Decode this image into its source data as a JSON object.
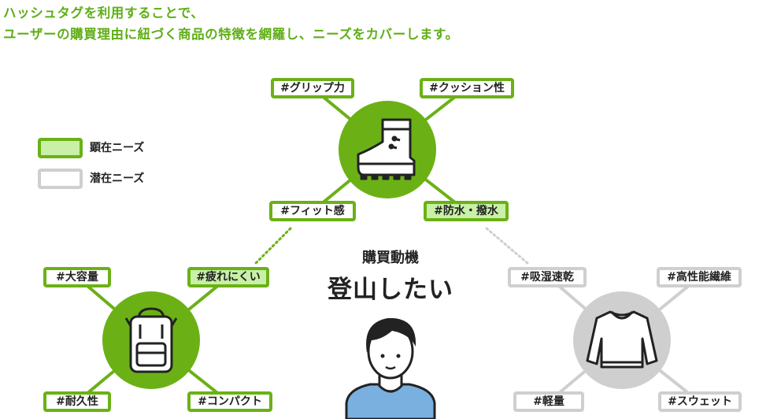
{
  "headline": {
    "line1": "ハッシュタグを利用することで、",
    "line2": "ユーザーの購買理由に紐づく商品の特徴を網羅し、ニーズをカバーします。"
  },
  "legend": {
    "kenzai": "顕在ニーズ",
    "senzai": "潜在ニーズ"
  },
  "center": {
    "subtitle": "購買動機",
    "title": "登山したい"
  },
  "clusters": {
    "shoes": {
      "icon": "hiking-boot-icon",
      "tags": [
        "#グリップ力",
        "#クッション性",
        "#フィット感",
        "#防水・撥水"
      ]
    },
    "backpack": {
      "icon": "backpack-icon",
      "tags": [
        "#大容量",
        "#疲れにくい",
        "#耐久性",
        "#コンパクト"
      ]
    },
    "sweater": {
      "icon": "sweater-icon",
      "tags": [
        "#吸湿速乾",
        "#高性能繊維",
        "#軽量",
        "#スウェット"
      ]
    }
  },
  "colors": {
    "green": "#6bb116",
    "light_green": "#c8f0a6",
    "gray": "#cfcfcf",
    "headline": "#5fae16",
    "shirt": "#7ab0e0"
  }
}
